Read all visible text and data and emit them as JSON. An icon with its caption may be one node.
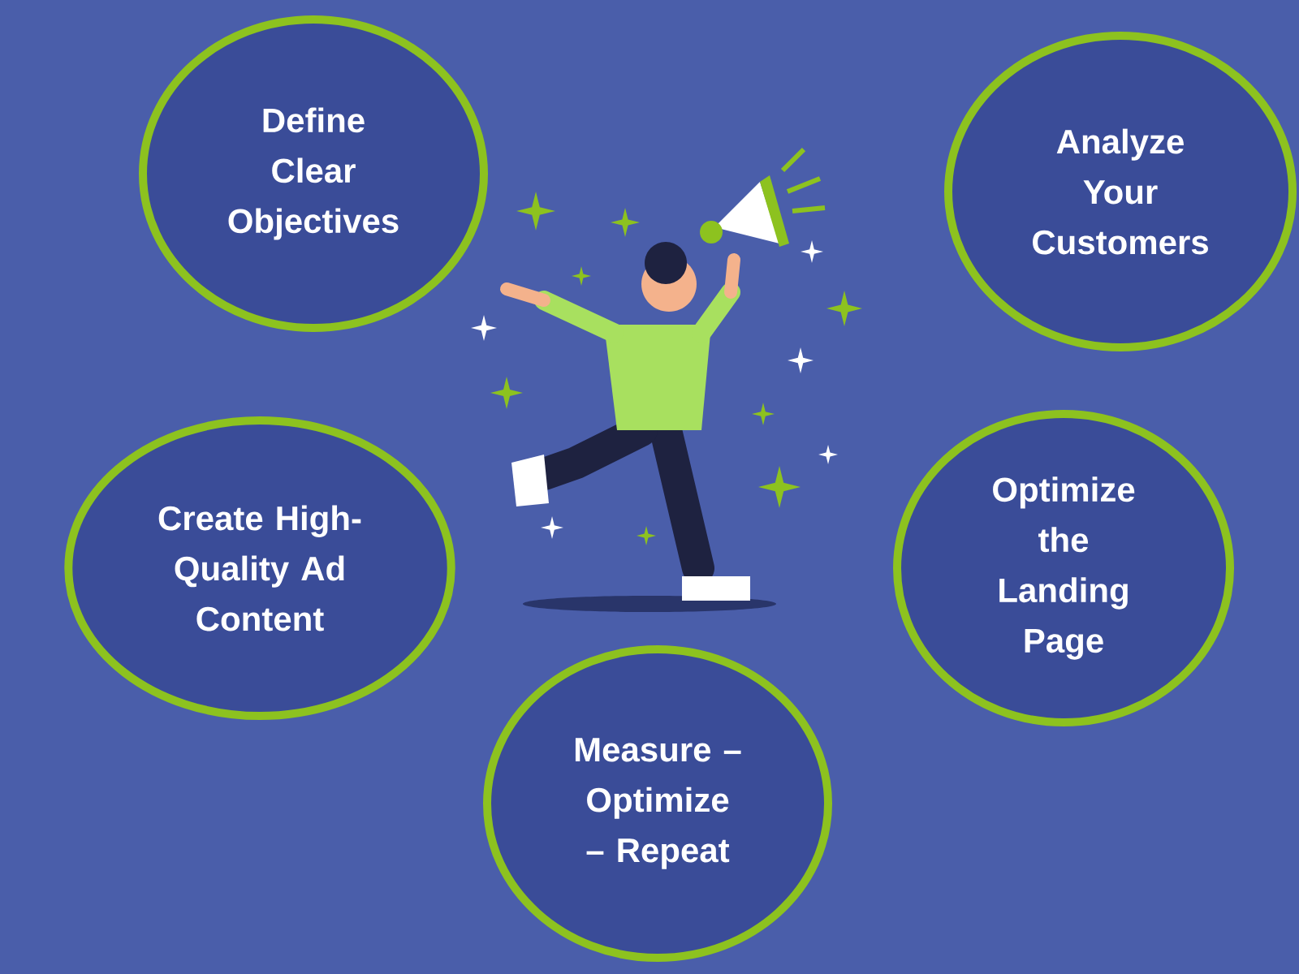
{
  "diagram": {
    "nodes": [
      {
        "text": [
          "Define Clear Objectives"
        ]
      },
      {
        "text": [
          "Analyze Your Customers"
        ]
      },
      {
        "text": [
          "Create High-Quality Ad Content"
        ]
      },
      {
        "text": [
          "Optimize the Landing Page"
        ]
      },
      {
        "text": [
          "Measure – Optimize – Repeat"
        ]
      }
    ]
  }
}
